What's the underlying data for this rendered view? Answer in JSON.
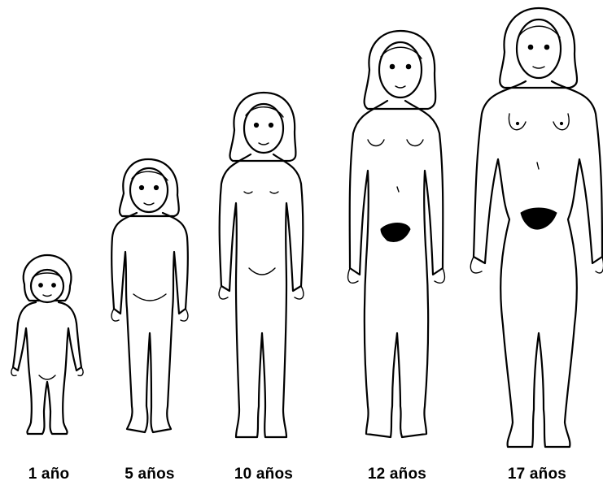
{
  "figures": [
    {
      "id": "age-1",
      "label": "1 año"
    },
    {
      "id": "age-5",
      "label": "5 años"
    },
    {
      "id": "age-10",
      "label": "10 años"
    },
    {
      "id": "age-12",
      "label": "12 años"
    },
    {
      "id": "age-17",
      "label": "17 años"
    }
  ]
}
